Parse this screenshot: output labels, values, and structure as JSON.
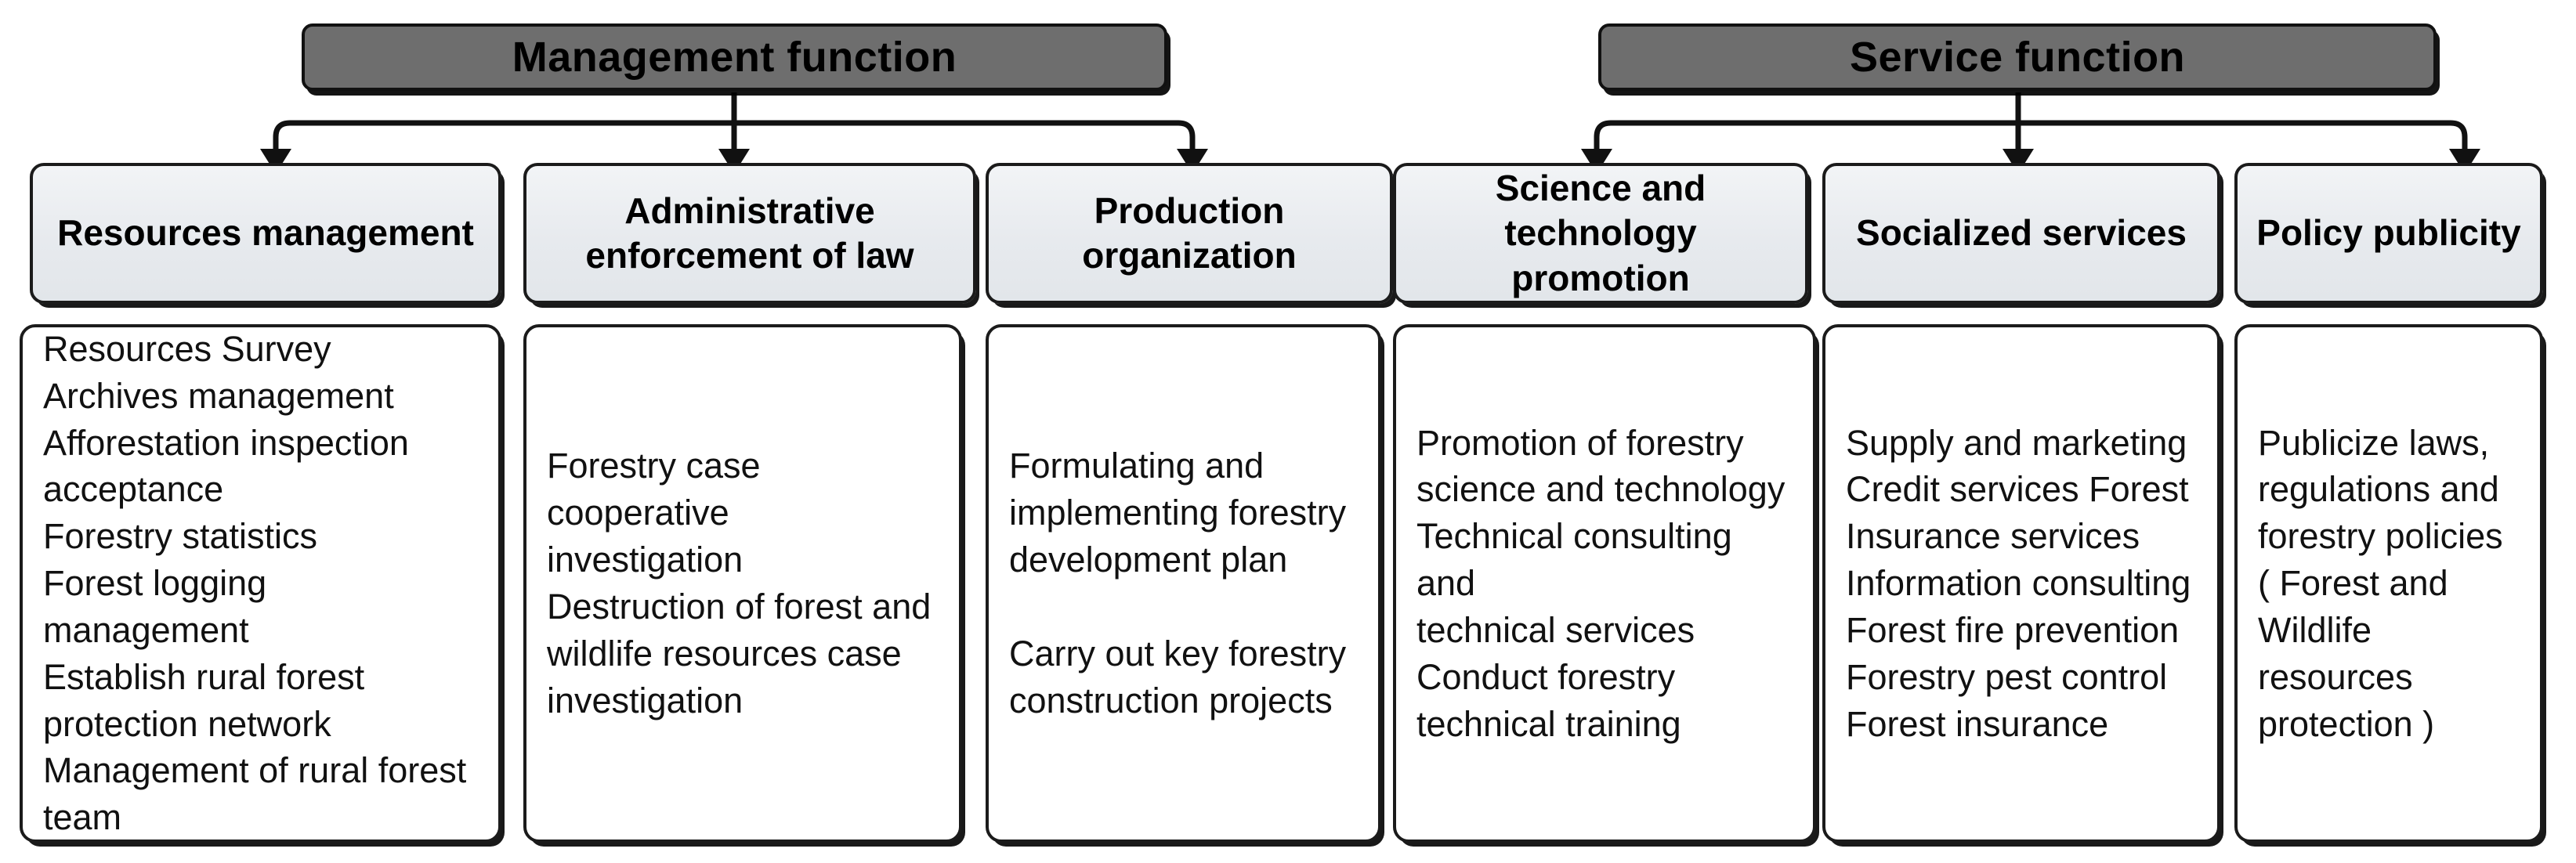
{
  "diagram": {
    "title_groups": [
      {
        "id": "management",
        "label": "Management function"
      },
      {
        "id": "service",
        "label": "Service function"
      }
    ],
    "columns": [
      {
        "id": "resources-management",
        "group": "management",
        "category": "Resources management",
        "details": "Resources Survey\nArchives management\nAfforestation inspection\nacceptance\nForestry statistics\nForest logging management\nEstablish rural forest\nprotection network\nManagement of rural forest\nteam",
        "detail_items": [
          "Resources Survey",
          "Archives management",
          "Afforestation inspection acceptance",
          "Forestry statistics",
          "Forest logging management",
          "Establish rural forest protection network",
          "Management of rural forest team"
        ]
      },
      {
        "id": "administrative-enforcement-of-law",
        "group": "management",
        "category": "Administrative\nenforcement of law",
        "details": "Forestry case cooperative\ninvestigation\nDestruction of forest and\nwildlife resources case\ninvestigation",
        "detail_items": [
          "Forestry case cooperative investigation",
          "Destruction of forest and wildlife resources case investigation"
        ]
      },
      {
        "id": "production-organization",
        "group": "management",
        "category": "Production organization",
        "details": "Formulating and\nimplementing forestry\ndevelopment plan\n\nCarry out key forestry\nconstruction projects",
        "detail_items": [
          "Formulating and implementing forestry development plan",
          "Carry out key forestry construction projects"
        ]
      },
      {
        "id": "science-and-technology-promotion",
        "group": "service",
        "category": "Science and technology\npromotion",
        "details": "Promotion of forestry\nscience and technology\nTechnical consulting and\ntechnical services\nConduct forestry\ntechnical training",
        "detail_items": [
          "Promotion of forestry science and technology",
          "Technical consulting and technical services",
          "Conduct forestry technical training"
        ]
      },
      {
        "id": "socialized-services",
        "group": "service",
        "category": "Socialized services",
        "details": "Supply and marketing\nCredit services Forest\nInsurance services\nInformation consulting\nForest fire prevention\nForestry pest control\nForest insurance",
        "detail_items": [
          "Supply and marketing",
          "Credit services Forest",
          "Insurance services",
          "Information consulting",
          "Forest fire prevention",
          "Forestry pest control",
          "Forest insurance"
        ]
      },
      {
        "id": "policy-publicity",
        "group": "service",
        "category": "Policy publicity",
        "details": "Publicize laws,\nregulations and\nforestry policies\n( Forest  and\nWildlife resources\nprotection )",
        "detail_items": [
          "Publicize laws, regulations and forestry policies ( Forest and Wildlife resources protection )"
        ]
      }
    ],
    "colors": {
      "group_header_fill": "#6e6e6e",
      "category_fill": "#e8ebee",
      "detail_fill": "#ffffff",
      "stroke": "#1b1b1b",
      "text": "#000000",
      "background": "#ffffff"
    }
  }
}
